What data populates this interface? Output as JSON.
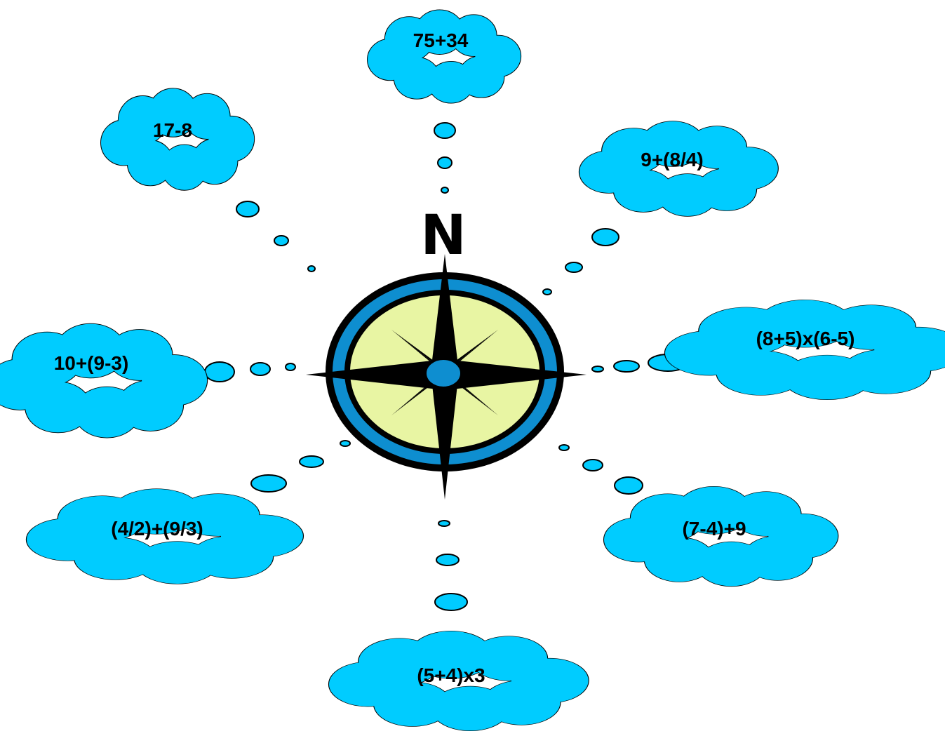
{
  "compass": {
    "north_label": "N"
  },
  "clouds": {
    "north": "75+34",
    "north_west": "17-8",
    "north_east": "9+(8/4)",
    "west": "10+(9-3)",
    "east": "(8+5)x(6-5)",
    "south_west": "(4/2)+(9/3)",
    "south_east": "(7-4)+9",
    "south": "(5+4)x3"
  },
  "colors": {
    "cloud_fill": "#00ccff",
    "outline": "#000000",
    "ring_blue": "#0e8ed0",
    "compass_face": "#e8f5a3",
    "center_dot": "#0e8ed0"
  }
}
